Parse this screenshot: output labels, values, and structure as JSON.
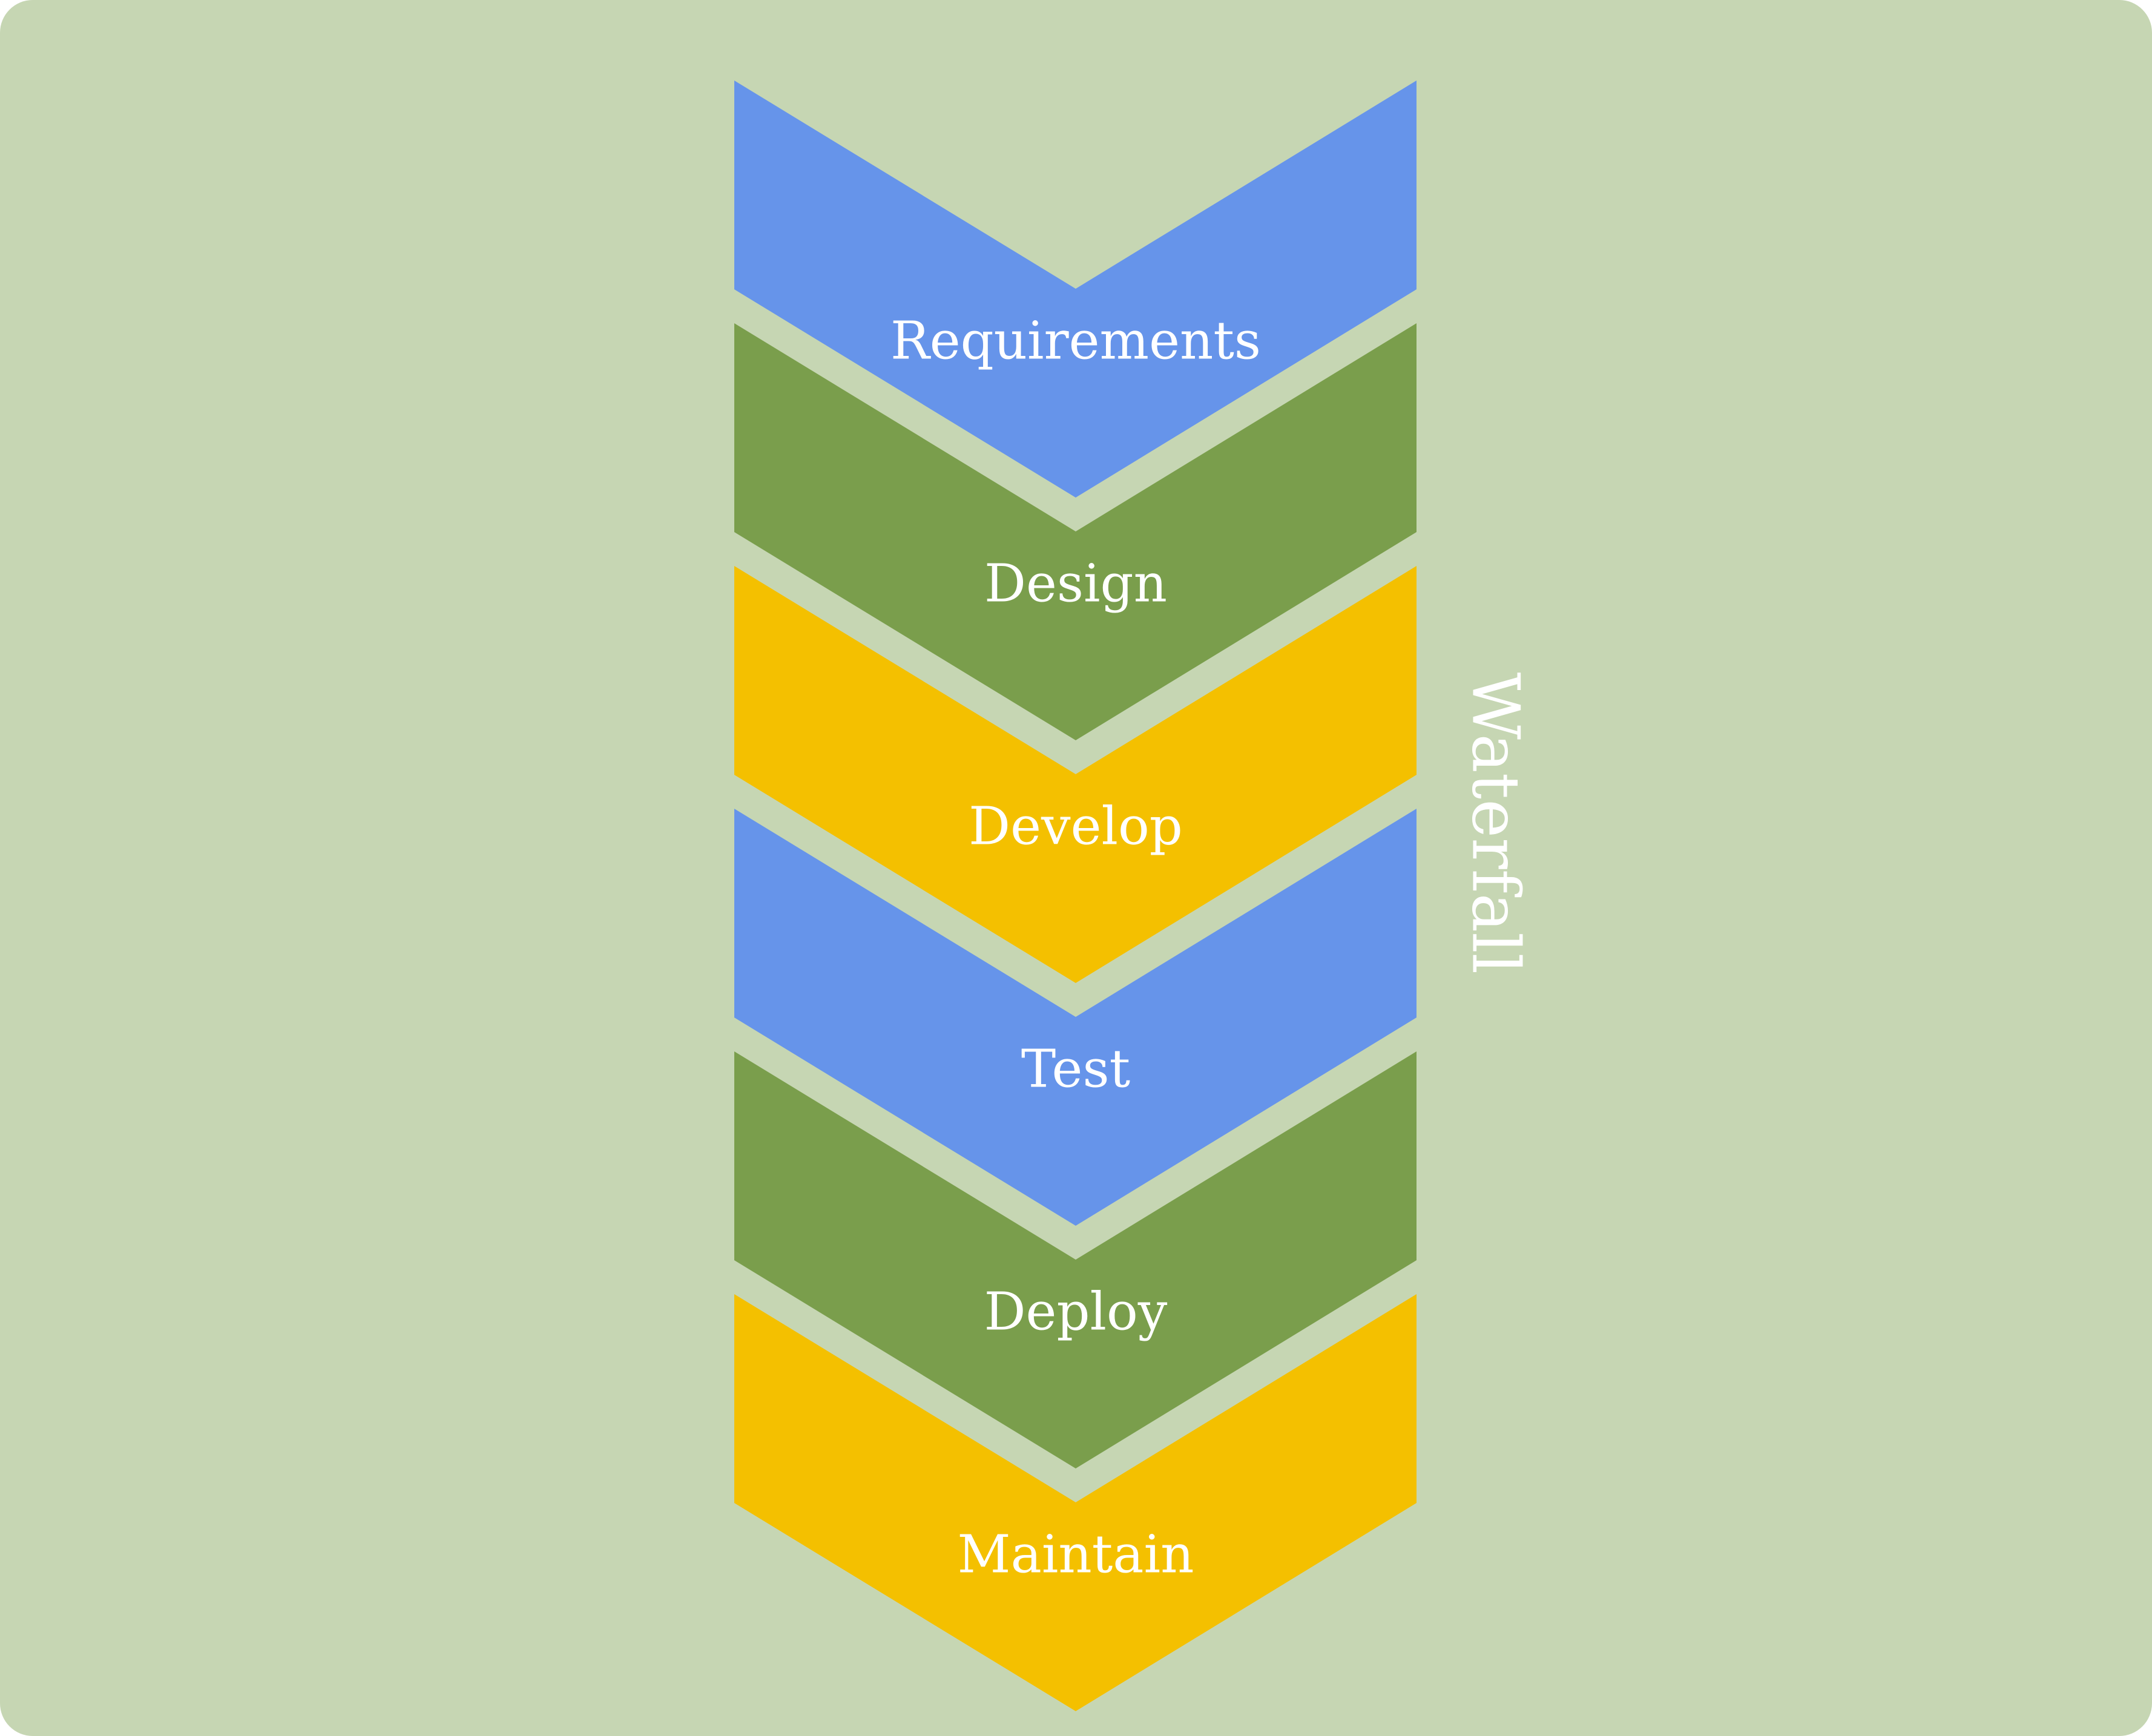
{
  "diagram": {
    "side_label": "Waterfall",
    "background_color": "#c6d6b3",
    "stages": [
      {
        "label": "Requirements",
        "color": "#6694ea"
      },
      {
        "label": "Design",
        "color": "#7a9e4c"
      },
      {
        "label": "Develop",
        "color": "#f4c000"
      },
      {
        "label": "Test",
        "color": "#6694ea"
      },
      {
        "label": "Deploy",
        "color": "#7a9e4c"
      },
      {
        "label": "Maintain",
        "color": "#f4c000"
      }
    ]
  }
}
